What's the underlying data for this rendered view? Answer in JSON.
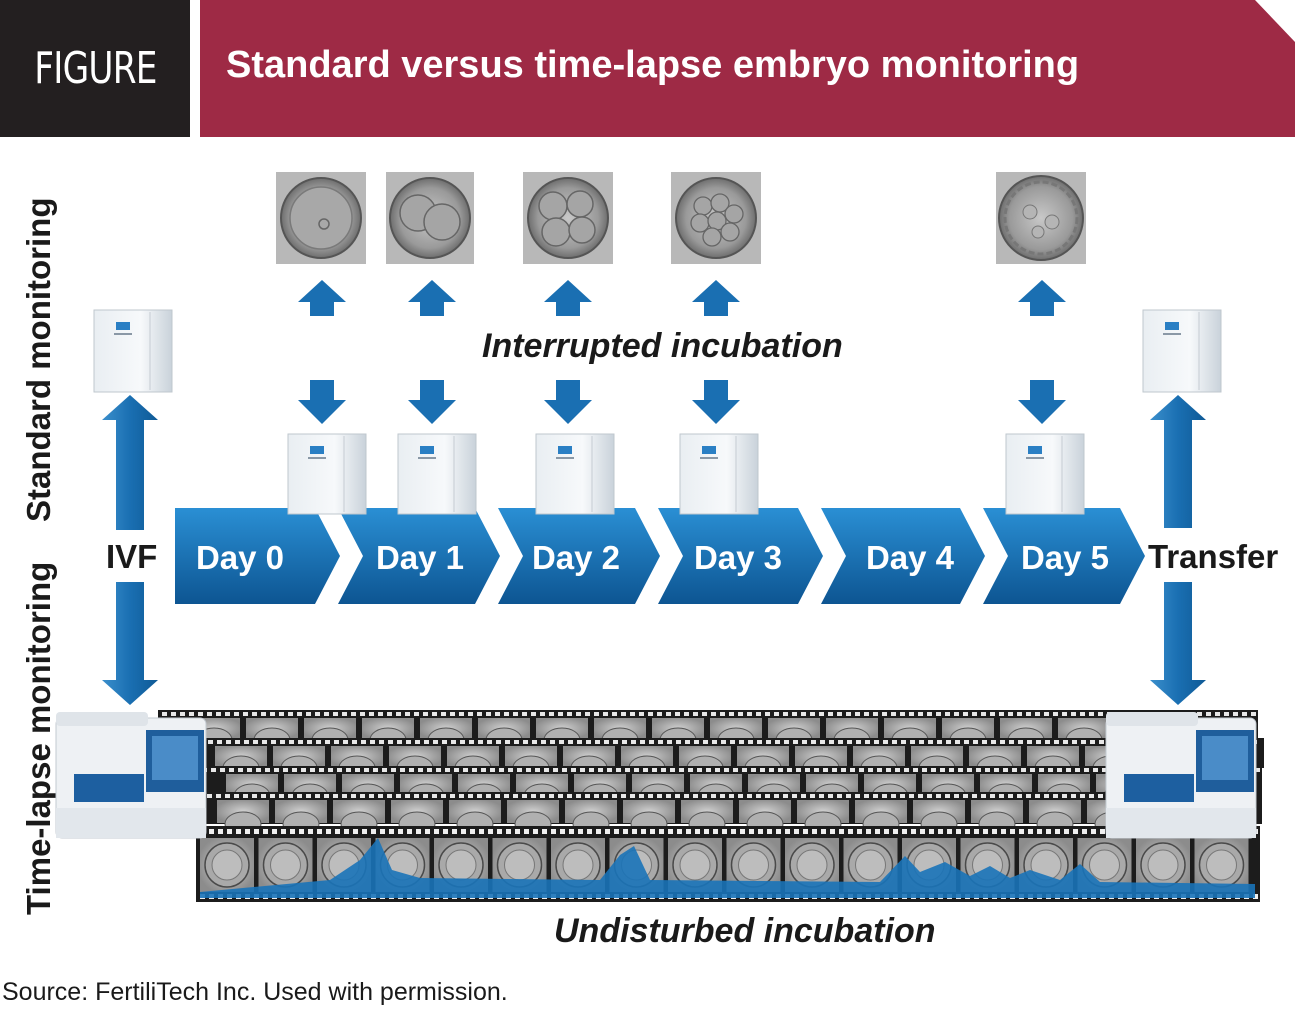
{
  "header": {
    "badge": "FIGURE",
    "title": "Standard versus time-lapse embryo monitoring"
  },
  "side_labels": {
    "standard": "Standard monitoring",
    "timelapse": "Time-lapse monitoring"
  },
  "timeline": {
    "start": "IVF",
    "end": "Transfer",
    "days": [
      "Day 0",
      "Day 1",
      "Day 2",
      "Day 3",
      "Day 4",
      "Day 5"
    ]
  },
  "annotations": {
    "interrupted": "Interrupted incubation",
    "undisturbed": "Undisturbed incubation"
  },
  "source": "Source: FertiliTech Inc. Used with permission.",
  "colors": {
    "title_bar": "#9e2a45",
    "badge": "#231f20",
    "chevron": "#1a73b8",
    "chevron_dark": "#0d5592",
    "arrow": "#1a6fb2",
    "film": "#1c1c1c"
  },
  "icons": {
    "incubator": "incubator-icon",
    "timelapse_device": "timelapse-incubator-icon",
    "embryo": "embryo-image"
  }
}
